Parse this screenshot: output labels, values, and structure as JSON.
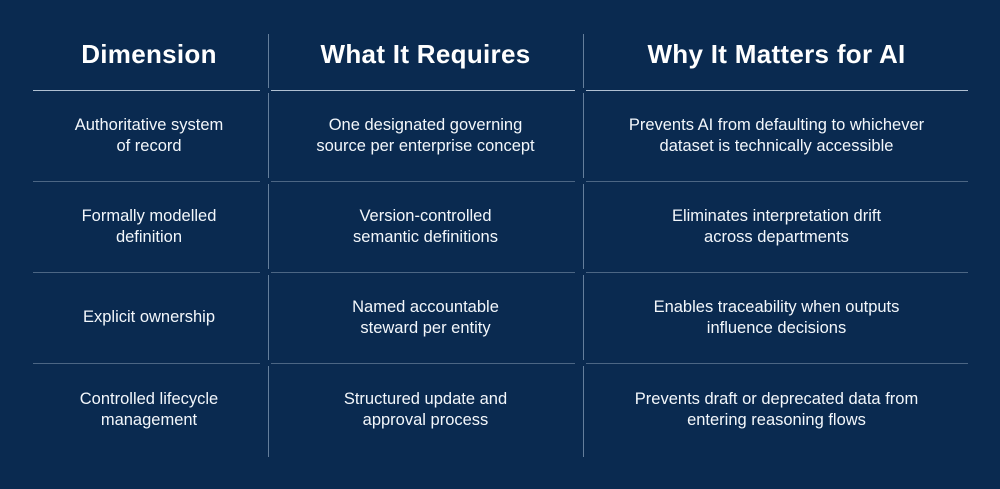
{
  "chart_data": {
    "type": "table",
    "title": "",
    "columns": [
      "Dimension",
      "What It Requires",
      "Why It Matters for AI"
    ],
    "rows": [
      [
        "Authoritative system\nof record",
        "One designated governing\nsource per enterprise concept",
        "Prevents AI from defaulting to whichever\ndataset is technically accessible"
      ],
      [
        "Formally modelled\ndefinition",
        "Version-controlled\nsemantic definitions",
        "Eliminates interpretation drift\nacross departments"
      ],
      [
        "Explicit ownership",
        "Named accountable\nsteward per entity",
        "Enables traceability when outputs\ninfluence decisions"
      ],
      [
        "Controlled lifecycle\nmanagement",
        "Structured update and\napproval process",
        "Prevents draft or deprecated data from\nentering reasoning flows"
      ]
    ]
  },
  "colors": {
    "bg": "#0a2a50",
    "text": "#f3f7fb",
    "header-text": "#ffffff",
    "header-line": "#c2d0e0",
    "row-line": "#8398ae",
    "v-line": "#9db2c9"
  }
}
